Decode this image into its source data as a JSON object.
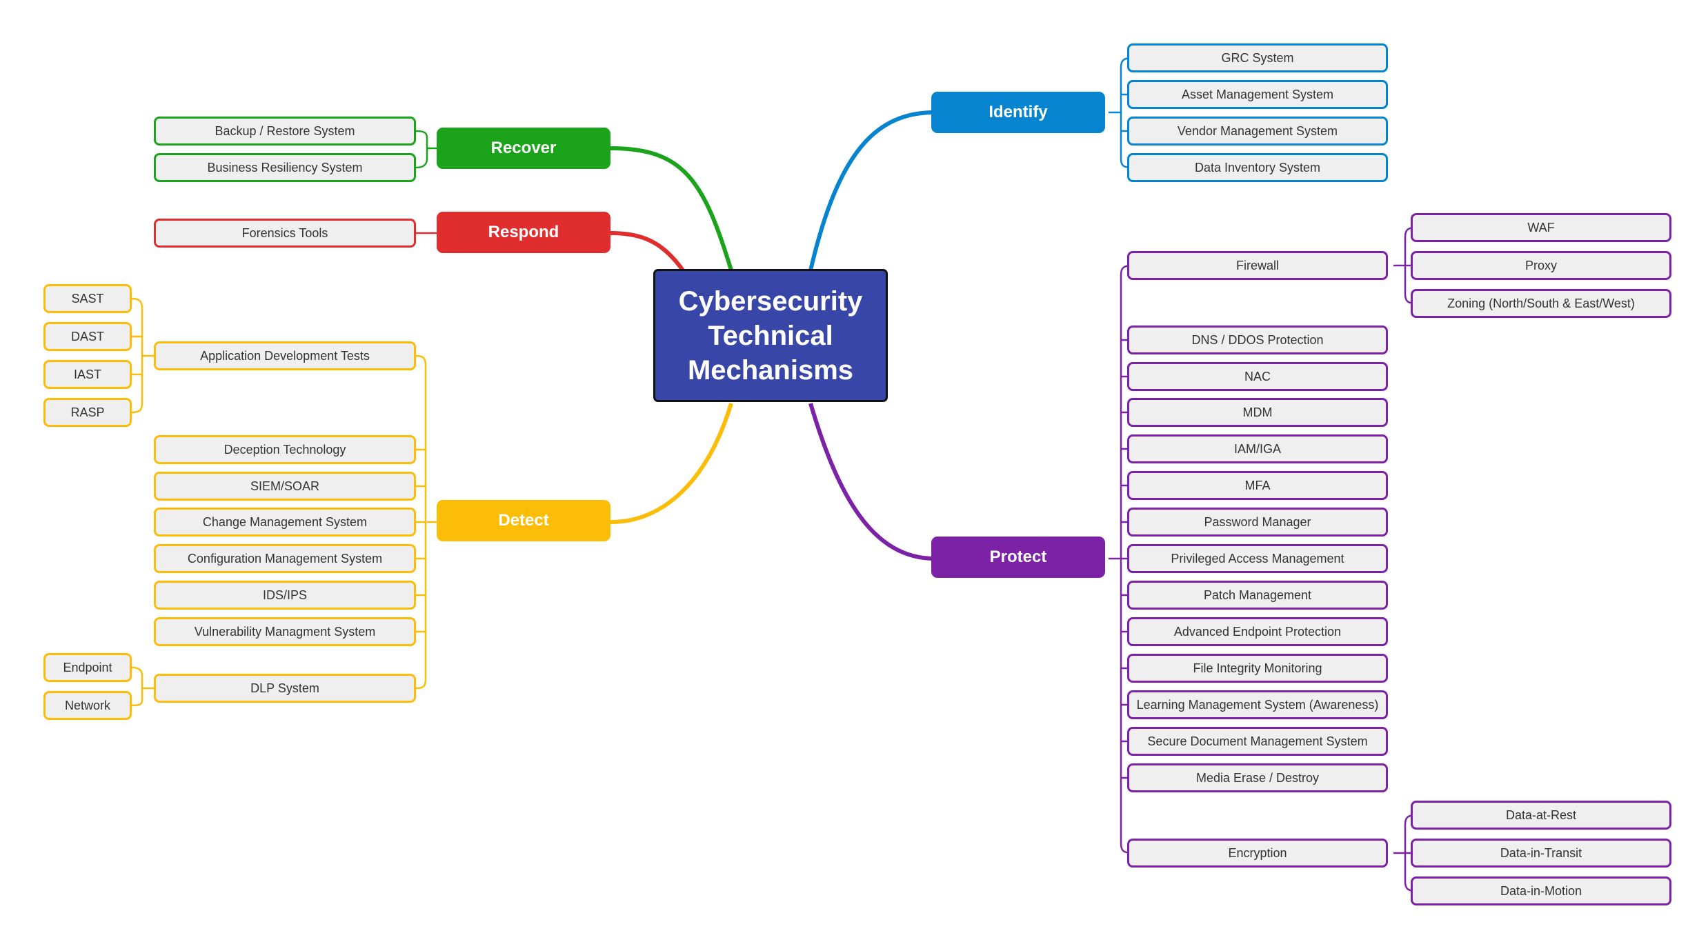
{
  "root": {
    "lines": [
      "Cybersecurity",
      "Technical",
      "Mechanisms"
    ],
    "color": "#3846a8"
  },
  "branches": {
    "identify": {
      "label": "Identify",
      "color": "#0784cf",
      "items": [
        "GRC System",
        "Asset Management System",
        "Vendor Management System",
        "Data Inventory System"
      ]
    },
    "protect": {
      "label": "Protect",
      "color": "#7b22a6",
      "items": [
        "Firewall",
        "DNS / DDOS Protection",
        "NAC",
        "MDM",
        "IAM/IGA",
        "MFA",
        "Password Manager",
        "Privileged Access Management",
        "Patch Management",
        "Advanced Endpoint Protection",
        "File Integrity Monitoring",
        "Learning Management System (Awareness)",
        "Secure Document Management System",
        "Media Erase / Destroy",
        "Encryption"
      ],
      "firewall_children": [
        "WAF",
        "Proxy",
        "Zoning (North/South & East/West)"
      ],
      "encryption_children": [
        "Data-at-Rest",
        "Data-in-Transit",
        "Data-in-Motion"
      ]
    },
    "detect": {
      "label": "Detect",
      "color": "#fbbd08",
      "items": [
        "Application Development Tests",
        "Deception Technology",
        "SIEM/SOAR",
        "Change Management System",
        "Configuration Management System",
        "IDS/IPS",
        "Vulnerability Managment System",
        "DLP System"
      ],
      "appdev_children": [
        "SAST",
        "DAST",
        "IAST",
        "RASP"
      ],
      "dlp_children": [
        "Endpoint",
        "Network"
      ]
    },
    "respond": {
      "label": "Respond",
      "color": "#e02d2d",
      "items": [
        "Forensics Tools"
      ]
    },
    "recover": {
      "label": "Recover",
      "color": "#1ba41b",
      "items": [
        "Backup / Restore System",
        "Business Resiliency System"
      ]
    }
  }
}
